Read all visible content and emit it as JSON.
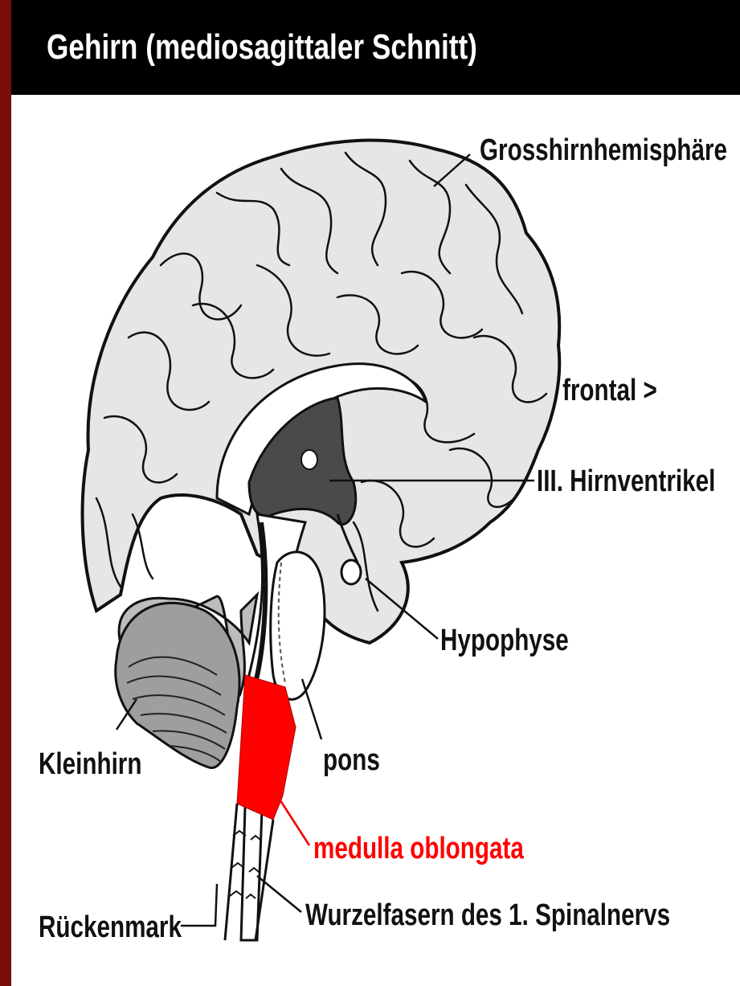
{
  "title": "Gehirn (mediosagittaler Schnitt)",
  "labels": {
    "cerebral_hemisphere": "Grosshirnhemisphäre",
    "frontal": "frontal >",
    "third_ventricle": "III. Hirnventrikel",
    "pituitary": "Hypophyse",
    "cerebellum": "Kleinhirn",
    "pons": "pons",
    "medulla": "medulla oblongata",
    "nerve_roots": "Wurzelfasern des 1. Spinalnervs",
    "spinal_cord": "Rückenmark"
  },
  "colors": {
    "frame": "#7a0e0a",
    "title_bg": "#000000",
    "title_text": "#ffffff",
    "brain_fill": "#e6e6e6",
    "ventricle": "#4a4a4a",
    "highlight": "#ff0000"
  }
}
